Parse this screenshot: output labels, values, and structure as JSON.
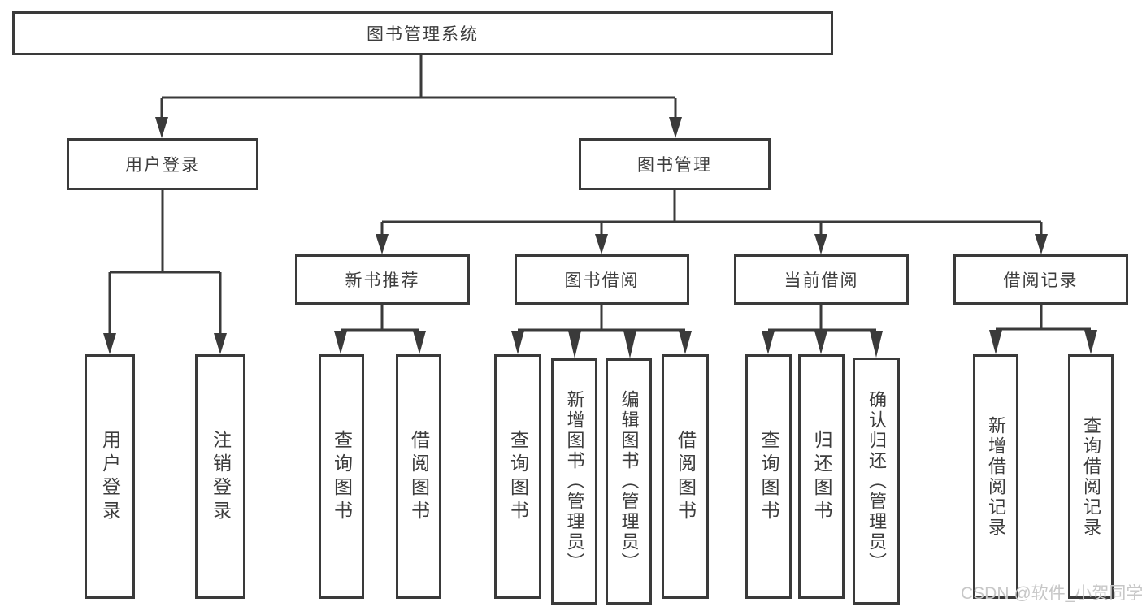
{
  "root": {
    "label": "图书管理系统"
  },
  "level2": {
    "user_login": {
      "label": "用户登录"
    },
    "book_management": {
      "label": "图书管理"
    }
  },
  "level3": {
    "new_book_recommend": {
      "label": "新书推荐"
    },
    "book_borrow": {
      "label": "图书借阅"
    },
    "current_borrow": {
      "label": "当前借阅"
    },
    "borrow_records": {
      "label": "借阅记录"
    }
  },
  "leaves": {
    "user_login": [
      "用户登录",
      "注销登录"
    ],
    "new_book_recommend": [
      "查询图书",
      "借阅图书"
    ],
    "book_borrow": [
      "查询图书",
      "新增图书（管理员）",
      "编辑图书（管理员）",
      "借阅图书"
    ],
    "current_borrow": [
      "查询图书",
      "归还图书",
      "确认归还（管理员）"
    ],
    "borrow_records": [
      "新增借阅记录",
      "查询借阅记录"
    ]
  },
  "watermark": {
    "text": "CSDN @软件_小贺同学"
  },
  "colors": {
    "line": "#3a3a3a",
    "text": "#3d3d3d",
    "watermark": "#c7c7c7",
    "background": "#ffffff"
  }
}
